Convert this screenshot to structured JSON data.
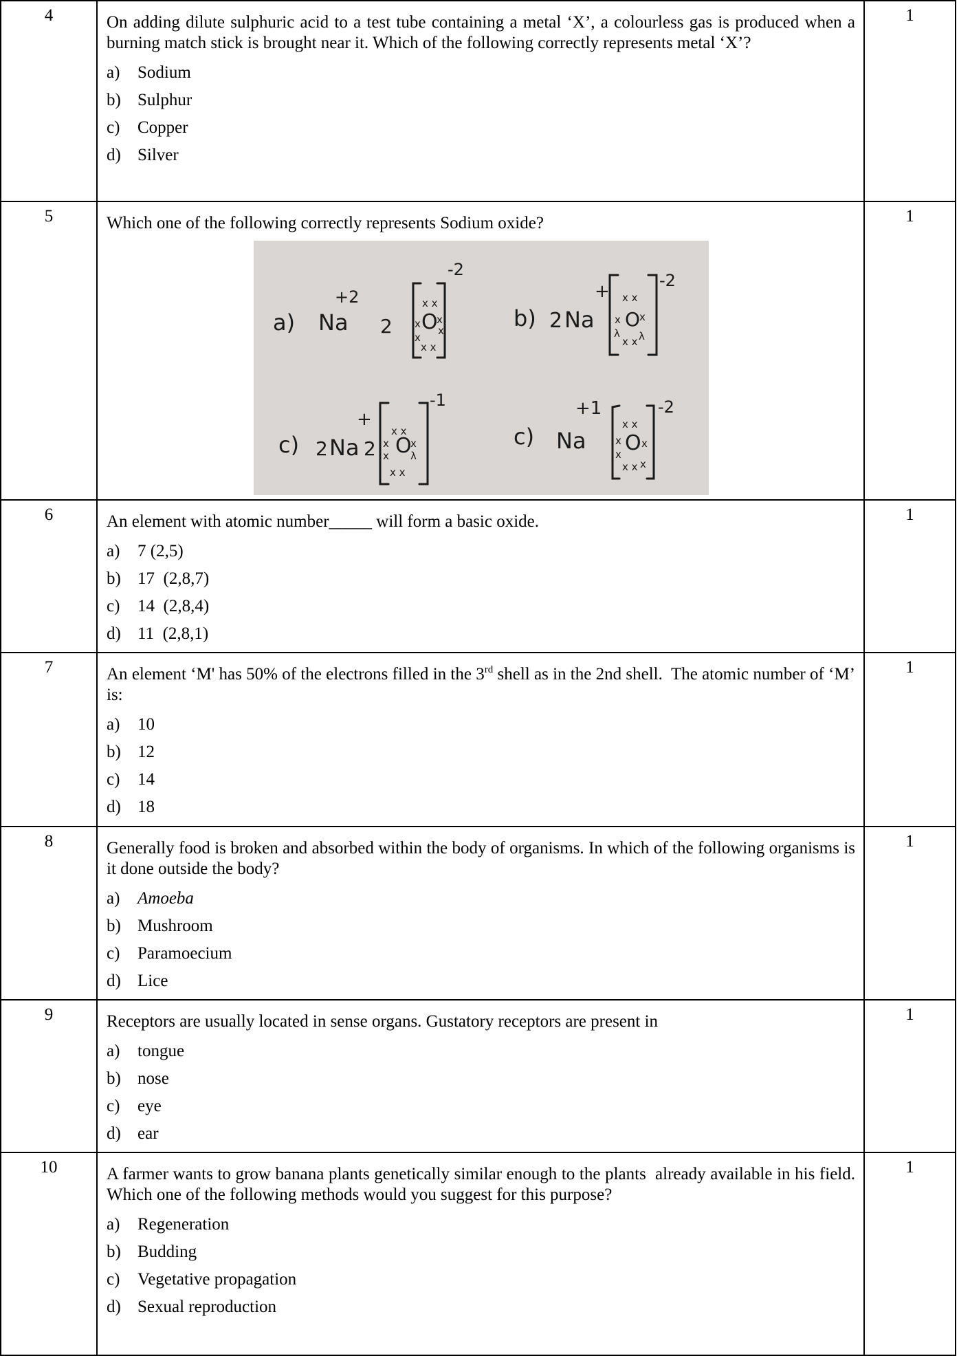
{
  "questions": [
    {
      "number": "4",
      "marks": "1",
      "stem": "On adding dilute sulphuric acid to a test tube containing a metal ‘X’, a colourless gas is produced when a burning match stick is brought near it. Which of the following correctly represents metal ‘X’?",
      "options": [
        {
          "letter": "a)",
          "text": "Sodium"
        },
        {
          "letter": "b)",
          "text": "Sulphur"
        },
        {
          "letter": "c)",
          "text": "Copper"
        },
        {
          "letter": "d)",
          "text": "Silver"
        }
      ]
    },
    {
      "number": "5",
      "marks": "1",
      "stem": "Which one of the following correctly represents Sodium oxide?",
      "diagram": {
        "a": {
          "label": "a)",
          "cation": "Na",
          "cation_charge": "+2",
          "coeff": "2",
          "anion": "O",
          "anion_charge": "-2"
        },
        "b": {
          "label": "b)",
          "coeff": "2",
          "cation": "Na",
          "cation_charge": "+",
          "anion": "O",
          "anion_charge": "-2"
        },
        "c": {
          "label": "c)",
          "coeff": "2",
          "cation": "Na",
          "cation_charge": "+",
          "coeff2": "2",
          "anion": "O",
          "anion_charge": "-1"
        },
        "d": {
          "label": "c)",
          "cation": "Na",
          "cation_charge": "+1",
          "anion": "O",
          "anion_charge": "-2"
        }
      }
    },
    {
      "number": "6",
      "marks": "1",
      "stem": "An element with atomic number_____ will form a basic oxide.",
      "options": [
        {
          "letter": "a)",
          "text": "7 (2,5)"
        },
        {
          "letter": "b)",
          "text": "17  (2,8,7)"
        },
        {
          "letter": "c)",
          "text": "14  (2,8,4)"
        },
        {
          "letter": "d)",
          "text": "11  (2,8,1)"
        }
      ]
    },
    {
      "number": "7",
      "marks": "1",
      "stem_parts": {
        "before": "An element ‘M' has 50% of the electrons filled in the 3",
        "sup": "rd",
        "after": " shell as in the 2nd shell.  The atomic number of ‘M’ is:"
      },
      "options": [
        {
          "letter": "a)",
          "text": "10"
        },
        {
          "letter": "b)",
          "text": "12"
        },
        {
          "letter": "c)",
          "text": "14"
        },
        {
          "letter": "d)",
          "text": "18"
        }
      ]
    },
    {
      "number": "8",
      "marks": "1",
      "stem": "Generally food is broken and absorbed within the body of organisms. In which of the following organisms is it done outside the body?",
      "options": [
        {
          "letter": "a)",
          "text": "Amoeba"
        },
        {
          "letter": "b)",
          "text": "Mushroom"
        },
        {
          "letter": "c)",
          "text": "Paramoecium"
        },
        {
          "letter": "d)",
          "text": "Lice"
        }
      ]
    },
    {
      "number": "9",
      "marks": "1",
      "stem": "Receptors are usually located in sense organs. Gustatory receptors are present in",
      "options": [
        {
          "letter": "a)",
          "text": "tongue"
        },
        {
          "letter": "b)",
          "text": "nose"
        },
        {
          "letter": "c)",
          "text": "eye"
        },
        {
          "letter": "d)",
          "text": "ear"
        }
      ]
    },
    {
      "number": "10",
      "marks": "1",
      "stem": "A farmer wants to grow banana plants genetically similar enough to the plants  already available in his field. Which one of the following methods would you suggest for this purpose?",
      "options": [
        {
          "letter": "a)",
          "text": "Regeneration"
        },
        {
          "letter": "b)",
          "text": "Budding"
        },
        {
          "letter": "c)",
          "text": "Vegetative propagation"
        },
        {
          "letter": "d)",
          "text": "Sexual reproduction"
        }
      ]
    }
  ]
}
